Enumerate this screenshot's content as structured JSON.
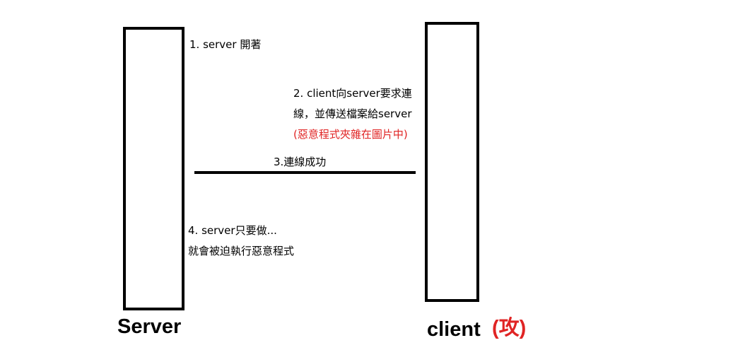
{
  "colors": {
    "line": "#000000",
    "warning": "#e02424"
  },
  "server": {
    "title": "Server"
  },
  "client": {
    "title": "client",
    "role_tag": "(攻)"
  },
  "steps": {
    "step1": "1. server 開著",
    "step2_line1": "2. client向server要求連",
    "step2_line2": "線，並傳送檔案給server",
    "step2_warning": "(惡意程式夾雜在圖片中)",
    "step3": "3.連線成功",
    "step4_line1": "4. server只要做...",
    "step4_line2": "就會被迫執行惡意程式"
  }
}
